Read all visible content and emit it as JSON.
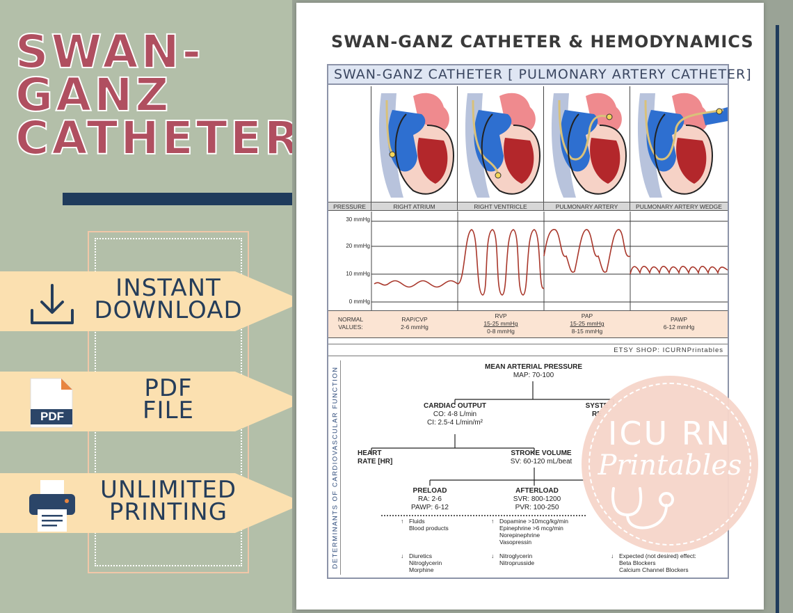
{
  "promo": {
    "title_lines": [
      "SWAN-",
      "GANZ",
      "CATHETER"
    ],
    "banners": [
      {
        "icon": "download-icon",
        "lines": [
          "INSTANT",
          "DOWNLOAD"
        ]
      },
      {
        "icon": "pdf-file-icon",
        "badge": "PDF",
        "lines": [
          "PDF",
          "FILE"
        ]
      },
      {
        "icon": "printer-icon",
        "lines": [
          "UNLIMITED",
          "PRINTING"
        ]
      }
    ]
  },
  "document": {
    "title": "SWAN-GANZ CATHETER & HEMODYNAMICS",
    "box_title": "SWAN-GANZ CATHETER  [ PULMONARY ARTERY CATHETER]",
    "columns": [
      "PRESSURE",
      "RIGHT ATRIUM",
      "RIGHT VENTRICLE",
      "PULMONARY ARTERY",
      "PULMONARY ARTERY WEDGE"
    ],
    "pressure_ticks": [
      "30 mmHg",
      "20 mmHg",
      "10 mmHg",
      "0 mmHg"
    ],
    "normal_values_label": [
      "NORMAL",
      "VALUES:"
    ],
    "normals": [
      {
        "name": "RAP/CVP",
        "lines": [
          "2-6 mmHg"
        ]
      },
      {
        "name": "RVP",
        "lines": [
          "15-25  mmHg",
          "0-8     mmHg"
        ]
      },
      {
        "name": "PAP",
        "lines": [
          "15-25  mmHg",
          "8-15   mmHg"
        ]
      },
      {
        "name": "PAWP",
        "lines": [
          "6-12 mmHg"
        ]
      }
    ],
    "credit": "ETSY SHOP: ICURNPrintables",
    "side_label": "DETERMINANTS OF CARDIOVASCULAR FUNCTION",
    "map": {
      "title": "MEAN ARTERIAL PRESSURE",
      "value": "MAP: 70-100"
    },
    "co": {
      "title": "CARDIAC OUTPUT",
      "line1": "CO: 4-8 L/min",
      "line2": "CI: 2.5-4 L/min/m²"
    },
    "svr_partial": {
      "line1": "SYSTE",
      "line2": "RE"
    },
    "hr": {
      "line1": "HEART",
      "line2": "RATE  [HR]"
    },
    "sv": {
      "title": "STROKE VOLUME",
      "value": "SV: 60-120 mL/beat"
    },
    "preload": {
      "title": "PRELOAD",
      "line1": "RA: 2-6",
      "line2": "PAWP: 6-12"
    },
    "afterload": {
      "title": "AFTERLOAD",
      "line1": "SVR: 800-1200",
      "line2": "PVR: 100-250"
    },
    "up_arrow": "↑",
    "down_arrow": "↓",
    "pre_up": [
      "Fluids",
      "Blood products"
    ],
    "pre_down": [
      "Diuretics",
      "Nitroglycerin",
      "Morphine"
    ],
    "after_up": [
      "Dopamine >10mcg/kg/min",
      "Epinephrine >6 mcg/min",
      "Norepinephrine",
      "Vasopressin"
    ],
    "after_down": [
      "Nitroglycerin",
      "Nitroprusside"
    ],
    "contract_down": [
      "Expected (not desired) effect:",
      "Beta Blockers",
      "Calcium Channel Blockers"
    ]
  },
  "watermark": {
    "line1": "ICU RN",
    "line2": "Printables",
    "icon": "stethoscope-icon"
  },
  "colors": {
    "background": "#b3bfa9",
    "title_red": "#b04f60",
    "navy": "#1f3b5c",
    "banner_fill": "#fbe0b0",
    "normals_fill": "#fbe4d3",
    "trace_red": "#a8362a",
    "watermark_pink": "#f6d6cb"
  }
}
